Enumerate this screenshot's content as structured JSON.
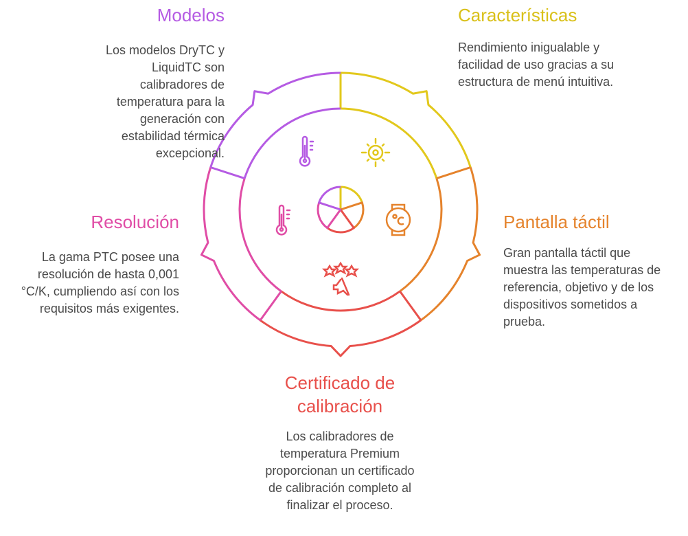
{
  "colors": {
    "modelos": "#b55be3",
    "caracteristicas": "#e2c81c",
    "pantalla": "#e5832c",
    "certificado": "#e8504b",
    "resolucion": "#e04da6"
  },
  "sections": {
    "modelos": {
      "title": "Modelos",
      "text": "Los modelos DryTC y LiquidTC son calibradores de temperatura para la generación con estabilidad térmica excepcional.",
      "icon": "thermometer-icon"
    },
    "caracteristicas": {
      "title": "Características",
      "text": "Rendimiento inigualable y facilidad de uso gracias a su estructura de menú intuitiva.",
      "icon": "sun-icon"
    },
    "pantalla": {
      "title": "Pantalla táctil",
      "text": "Gran pantalla táctil que muestra las temperaturas de referencia, objetivo y de los dispositivos sometidos a prueba.",
      "icon": "smartwatch-icon"
    },
    "certificado": {
      "title": "Certificado de calibración",
      "text": "Los calibradores de temperatura Premium proporcionan un certificado de calibración completo al finalizar el proceso.",
      "icon": "rating-stars-icon"
    },
    "resolucion": {
      "title": "Resolución",
      "text": "La gama PTC posee una resolución de hasta 0,001 °C/K, cumpliendo así con los requisitos más exigentes.",
      "icon": "thermometer-icon"
    }
  }
}
